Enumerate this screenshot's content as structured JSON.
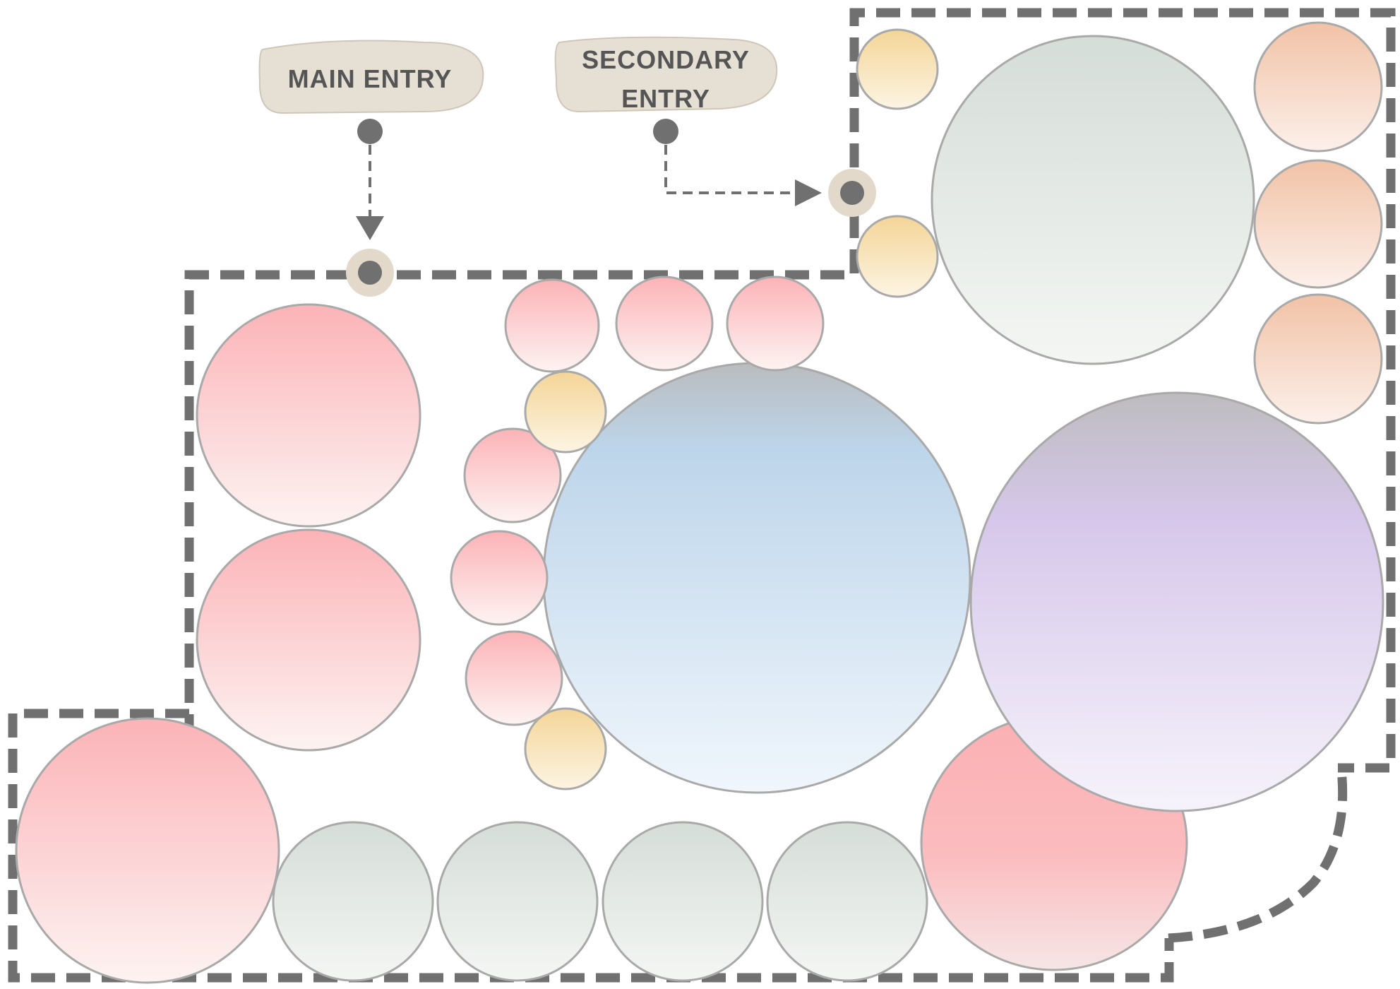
{
  "labels": {
    "main_entry": "MAIN ENTRY",
    "secondary_entry_line1": "SECONDARY",
    "secondary_entry_line2": "ENTRY"
  },
  "colors": {
    "pink": "#fbb9bc",
    "yellow": "#f5d9a0",
    "gray_green": "#d8dfdb",
    "orange": "#f3c8ad",
    "blue": "#bfdaf0",
    "purple": "#d7c8ec",
    "boundary": "#707070",
    "label_fill": "#e7e0d6"
  }
}
